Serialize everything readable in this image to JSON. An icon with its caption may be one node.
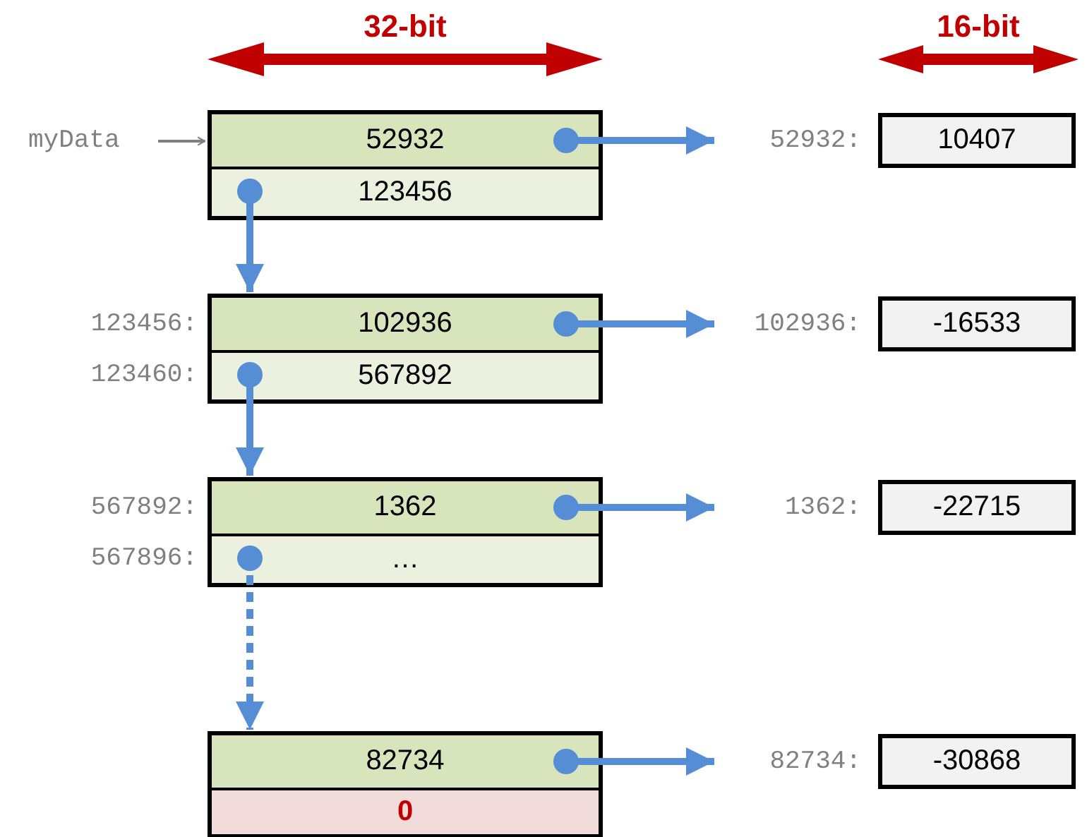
{
  "diagram": {
    "nodes": [
      {
        "text": [
          "myData"
        ]
      },
      {
        "text": [],
        "shape": "box"
      },
      {
        "text": [
          "52932"
        ],
        "in": 1
      },
      {
        "text": [
          "123456"
        ],
        "in": 1
      },
      {
        "text": [],
        "shape": "box"
      },
      {
        "text": [
          "102936"
        ],
        "in": 4,
        "beside": [
          "123456:"
        ]
      },
      {
        "text": [
          "567892"
        ],
        "in": 4,
        "beside": [
          "123460:"
        ]
      },
      {
        "text": [],
        "shape": "box"
      },
      {
        "text": [
          "1362"
        ],
        "in": 7,
        "beside": [
          "567892:"
        ]
      },
      {
        "text": [
          "…"
        ],
        "in": 7,
        "beside": [
          "567896:"
        ]
      },
      {
        "text": [],
        "shape": "box"
      },
      {
        "text": [
          "82734"
        ],
        "in": 10
      },
      {
        "text": [
          "0"
        ],
        "in": 10
      },
      {
        "text": [
          "10407"
        ],
        "beside": [
          "52932:"
        ]
      },
      {
        "text": [
          "-16533"
        ],
        "beside": [
          "102936:"
        ]
      },
      {
        "text": [
          "-22715"
        ],
        "beside": [
          "1362:"
        ]
      },
      {
        "text": [
          "-30868"
        ],
        "beside": [
          "82734:"
        ]
      }
    ],
    "edges": [
      {
        "from": 0,
        "to": 1,
        "arrow": "to",
        "color": "#7f7f7f"
      },
      {
        "from": 2,
        "to": 13,
        "arrow": "to"
      },
      {
        "from": 3,
        "to": 4,
        "arrow": "to"
      },
      {
        "from": 5,
        "to": 14,
        "arrow": "to"
      },
      {
        "from": 6,
        "to": 7,
        "arrow": "to"
      },
      {
        "from": 8,
        "to": 15,
        "arrow": "to"
      },
      {
        "from": 9,
        "to": 10,
        "arrow": "to",
        "style": "dashed"
      },
      {
        "from": 11,
        "to": 16,
        "arrow": "to"
      }
    ],
    "labels": [
      "32-bit",
      "16-bit"
    ]
  }
}
